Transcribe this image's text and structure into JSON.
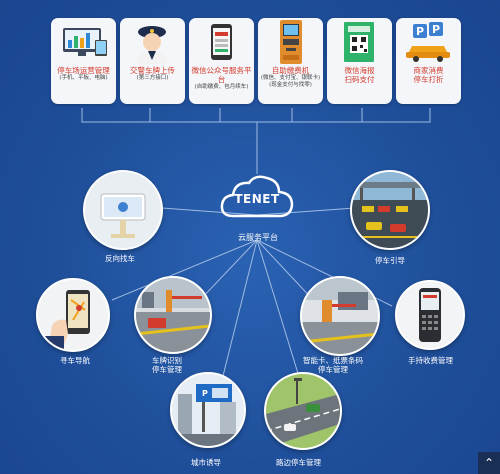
{
  "top_cards": [
    {
      "title": "停车场运营管理",
      "subtitle": "(手机、平板、电脑)",
      "icon": "monitor-chart-icon"
    },
    {
      "title": "交警车牌上传",
      "subtitle": "(第三方接口)",
      "icon": "police-officer-icon"
    },
    {
      "title": "微信公众号服务平台",
      "subtitle": "(自助缴费、包月续车)",
      "icon": "smartphone-icon"
    },
    {
      "title": "自助缴费机",
      "subtitle": "(微信、支付宝、银联卡)\n(现金支付与找零)",
      "icon": "kiosk-icon"
    },
    {
      "title": "微信海报",
      "subtitle": "扫码支付",
      "icon": "qr-poster-icon"
    },
    {
      "title": "商家消费",
      "subtitle": "停车打折",
      "icon": "parking-discount-icon"
    }
  ],
  "center": {
    "logo": "TENET",
    "caption": "云服务平台"
  },
  "nodes": {
    "reverse_search": "反向找车",
    "parking_guide": "停车引导",
    "car_navigation": "寻车导航",
    "plate_recognition": "车牌识别\n停车管理",
    "smart_card": "智能卡、纸票条码\n停车管理",
    "handheld": "手持收费管理",
    "city_guide": "城市诱导",
    "roadside": "路边停车管理"
  },
  "colors": {
    "background": "#1f4f9a",
    "accent_red": "#d33b2c"
  }
}
